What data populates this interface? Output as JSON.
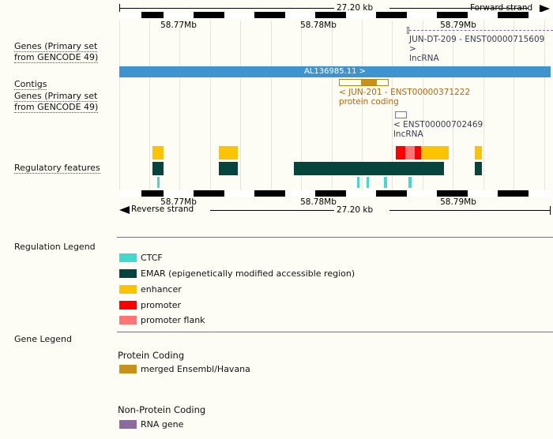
{
  "tracks": {
    "genes_top_label": "Genes (Primary set\nfrom GENCODE 49)",
    "contigs_label": "Contigs",
    "genes_bottom_label": "Genes (Primary set\nfrom GENCODE 49)",
    "regulatory_label": "Regulatory features"
  },
  "ruler": {
    "scale_top": "27.20 kb",
    "scale_bottom": "27.20 kb",
    "forward_strand": "Forward strand",
    "reverse_strand": "Reverse strand",
    "ticks_top": [
      "58.77Mb",
      "58.78Mb",
      "58.79Mb"
    ],
    "ticks_bottom": [
      "58.77Mb",
      "58.78Mb",
      "58.79Mb"
    ]
  },
  "contig": {
    "name": "AL136985.11 >"
  },
  "genes": {
    "lncrna_top": {
      "name": "JUN-DT-209 - ENST00000715609 >",
      "biotype": "lncRNA"
    },
    "jun201": {
      "name": "< JUN-201 - ENST00000371222",
      "biotype": "protein coding"
    },
    "lncrna_bottom": {
      "name": "< ENST00000702469",
      "biotype": "lncRNA"
    }
  },
  "regulation_legend": {
    "title": "Regulation Legend",
    "items": [
      {
        "label": "CTCF",
        "color": "#43d9cd"
      },
      {
        "label": "EMAR (epigenetically modified accessible region)",
        "color": "#05453e"
      },
      {
        "label": "enhancer",
        "color": "#fcc400"
      },
      {
        "label": "promoter",
        "color": "#ff0000"
      },
      {
        "label": "promoter flank",
        "color": "#ff7575"
      }
    ]
  },
  "gene_legend": {
    "title": "Gene Legend",
    "sections": [
      {
        "heading": "Protein Coding",
        "items": [
          {
            "label": "merged Ensembl/Havana",
            "color": "#c8921a"
          }
        ]
      },
      {
        "heading": "Non-Protein Coding",
        "items": [
          {
            "label": "RNA gene",
            "color": "#8c6b9e"
          }
        ]
      }
    ]
  },
  "colors": {
    "contig": "#3d94ce",
    "ctcf": "#43d9cd",
    "emar": "#05453e",
    "enhancer": "#fcc400",
    "promoter": "#ff0000",
    "promoter_flank": "#ff7575",
    "gene_coding": "#c8921a",
    "rna_gene": "#8c6b9e",
    "background": "#fdfdf5"
  }
}
